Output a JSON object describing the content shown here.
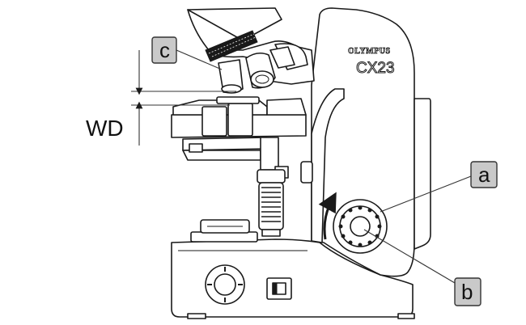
{
  "microscope": {
    "brand": "OLYMPUS",
    "model": "CX23"
  },
  "callouts": {
    "a": "a",
    "b": "b",
    "c": "c"
  },
  "dimension": {
    "working_distance": "WD"
  }
}
